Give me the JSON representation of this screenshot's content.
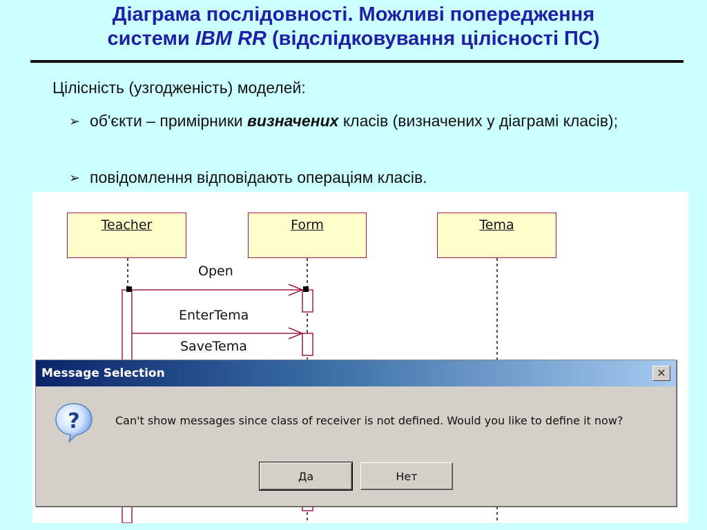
{
  "slide": {
    "title_part1": "Діаграма послідовності. Можливі попередження",
    "title_part2_prefix": "системи ",
    "title_part2_italic": "IBM RR",
    "title_part2_suffix": " (відслідковування цілісності ПС)",
    "intro": "Цілісність (узгодженість) моделей:",
    "bullets": [
      {
        "marker": "➢",
        "text_before": "об'єкти – примірники ",
        "text_emphasis": "визначених",
        "text_after": " класів (визначених у діаграмі класів);"
      },
      {
        "marker": "➢",
        "text": "повідомлення відповідають операціям класів."
      }
    ]
  },
  "diagram": {
    "objects": [
      "Teacher",
      "Form",
      "Tema"
    ],
    "messages": [
      "Open",
      "EnterTema",
      "SaveTema"
    ]
  },
  "dialog": {
    "title": "Message Selection",
    "close_glyph": "✕",
    "icon": "question-icon",
    "message": "Can't show messages since class of receiver is not defined.  Would you like to define it now?",
    "yes_label": "Да",
    "no_label": "Нет"
  }
}
